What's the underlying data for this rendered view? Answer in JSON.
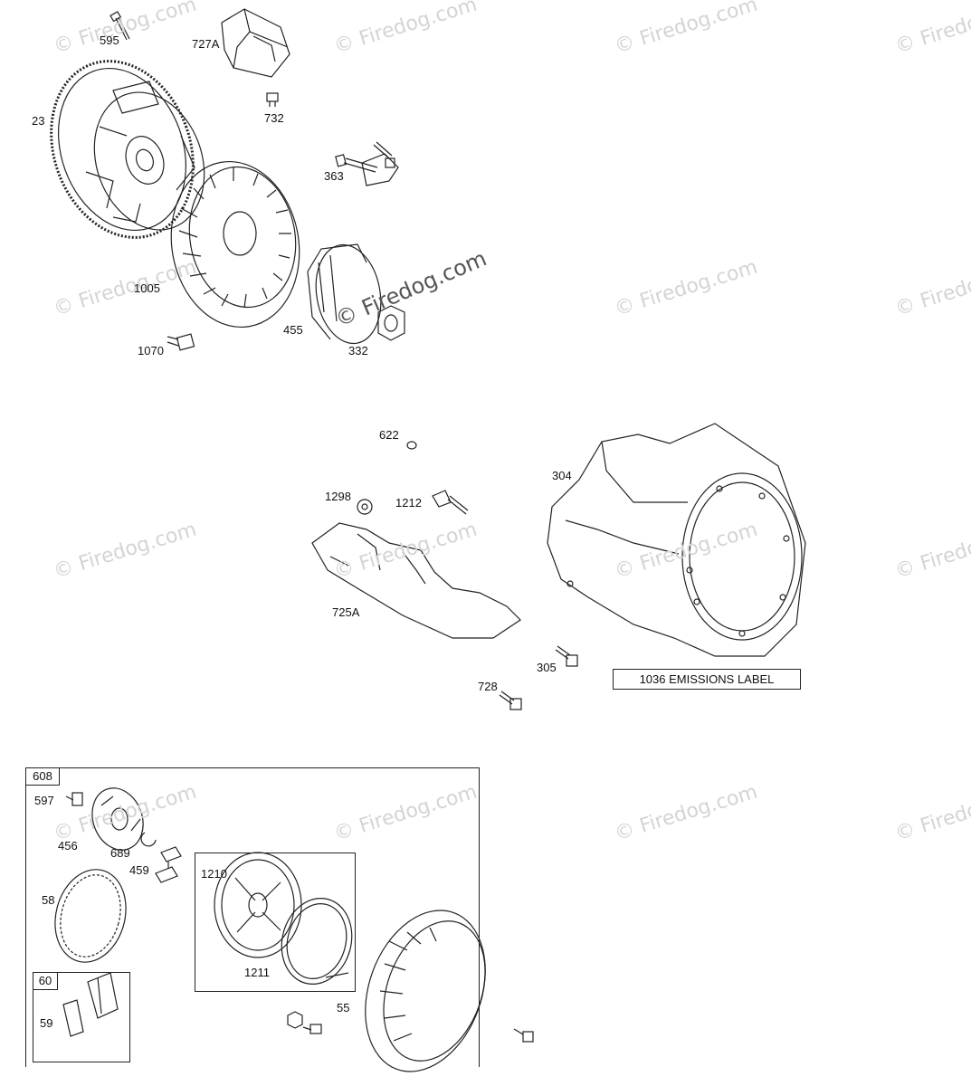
{
  "watermark": {
    "text": "© Firedog.com",
    "center_text": "© Firedog.com"
  },
  "parts": {
    "p595": "595",
    "p727A": "727A",
    "p23": "23",
    "p732": "732",
    "p363": "363",
    "p1005": "1005",
    "p455": "455",
    "p332": "332",
    "p1070": "1070",
    "p622": "622",
    "p304": "304",
    "p1298": "1298",
    "p1212": "1212",
    "p725A": "725A",
    "p305": "305",
    "p728": "728",
    "p608": "608",
    "p597": "597",
    "p456": "456",
    "p689": "689",
    "p459": "459",
    "p1210": "1210",
    "p58": "58",
    "p1211": "1211",
    "p60": "60",
    "p59": "59",
    "p55": "55"
  },
  "emissions_label": "1036 EMISSIONS LABEL",
  "colors": {
    "line": "#222222",
    "watermark": "#d4d4d4",
    "background": "#ffffff"
  }
}
